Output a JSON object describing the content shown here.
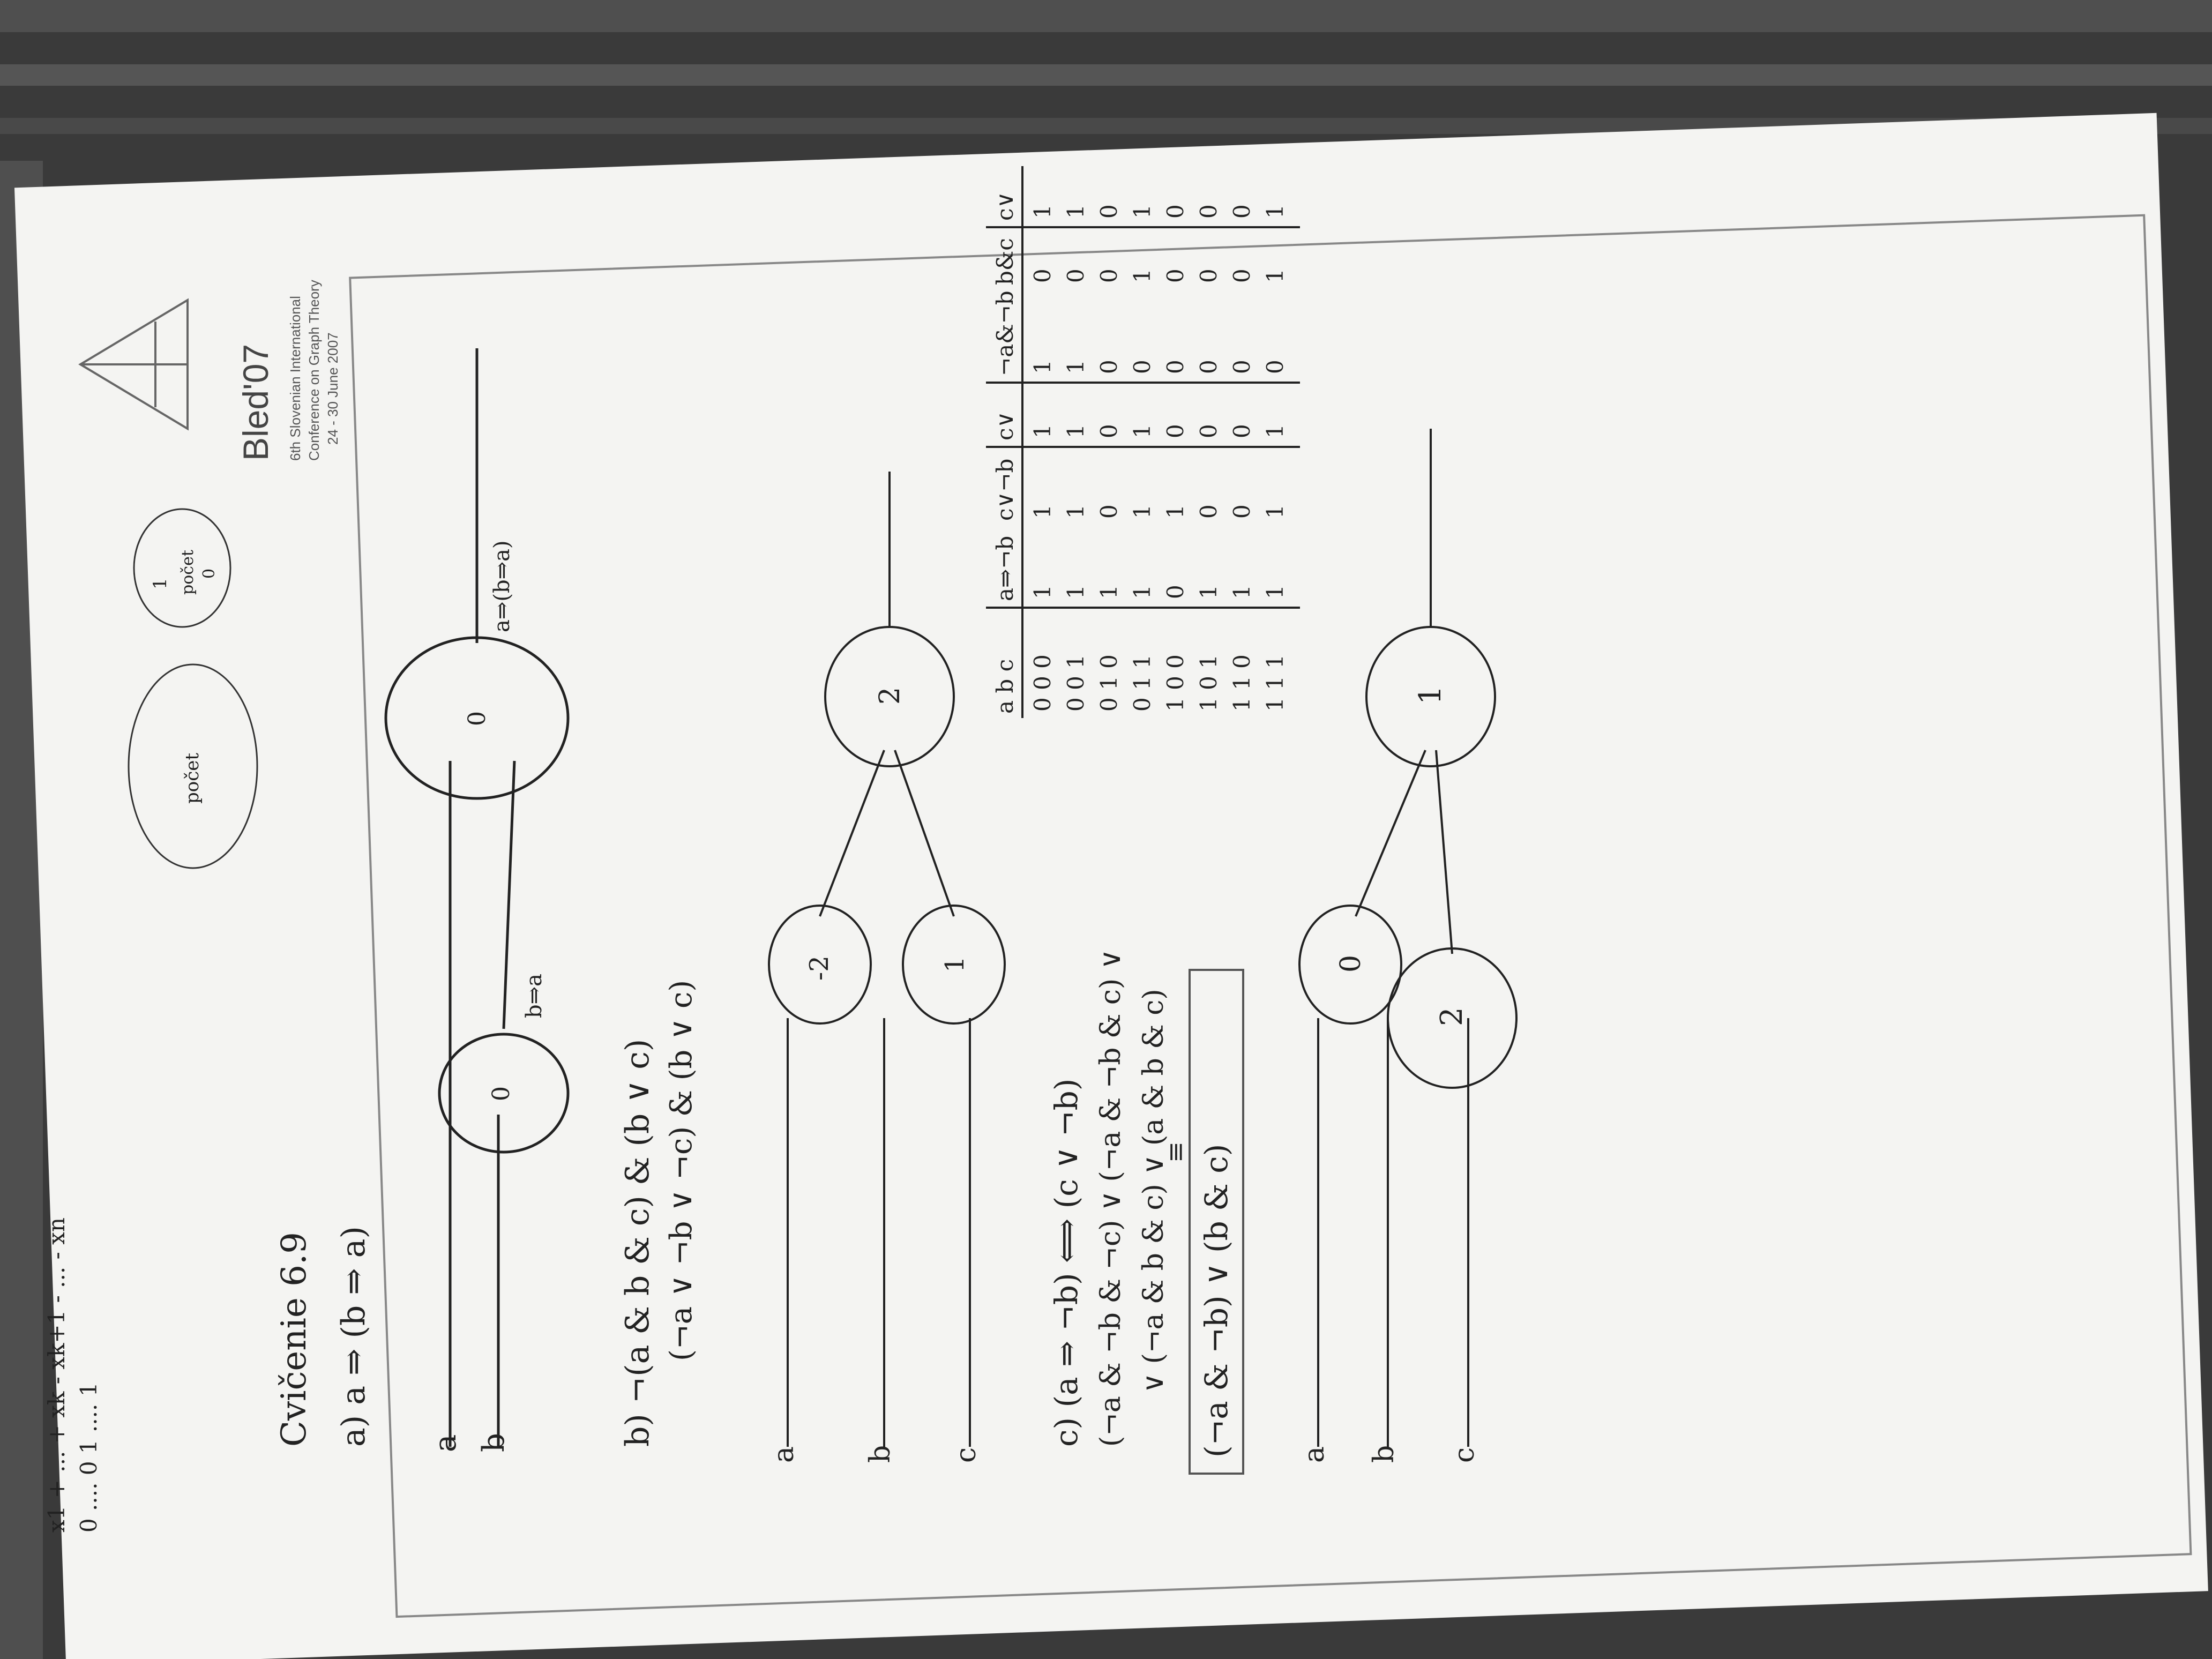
{
  "header": {
    "conference_name": "Bled'07",
    "conference_line1": "6th Slovenian International",
    "conference_line2": "Conference on Graph Theory",
    "conference_dates": "24 - 30 June 2007"
  },
  "notes": {
    "title": "Cvičenie 6.9",
    "part_a": "a) a ⇒ (b ⇒ a)",
    "part_b1": "b) ¬(a & b & c) & (b ∨ c)",
    "part_b2": "(¬a ∨ ¬b ∨ ¬c) & (b ∨ c)",
    "part_c1": "c) (a ⇒ ¬b) ⟺ (c ∨ ¬b)",
    "part_c2": "(¬a & ¬b & ¬c) ∨ (¬a & ¬b & c) ∨",
    "part_c3": "∨ (¬a & b & c) ∨ (a & b & c)",
    "equiv": "≡",
    "boxed": "(¬a & ¬b) ∨ (b & c)",
    "top_formula": "x1 + ... + xk - xk+1 - ... - xn",
    "top_values": "0 .... 0   1 .... 1",
    "count_left": "počet",
    "count_right": "počet",
    "scribble_value": "1",
    "scribble_zero": "0"
  },
  "circuits": {
    "a": {
      "inputs": [
        "a",
        "b"
      ],
      "inner_node": "0",
      "inner_edge_label": "b⇒a",
      "outer_node": "0",
      "output_label": "a⇒(b⇒a)"
    },
    "b": {
      "inputs": [
        "a",
        "b",
        "c"
      ],
      "nodes": [
        "-2",
        "1",
        "2"
      ]
    },
    "c": {
      "inputs": [
        "a",
        "b",
        "c"
      ],
      "nodes": [
        "0",
        "2",
        "1"
      ]
    }
  },
  "truth_table": {
    "headers": [
      "a b c",
      "a⇒¬b",
      "c∨¬b",
      "c∨",
      "¬a&¬b",
      "b&c",
      "c∨"
    ],
    "rows": [
      [
        "0 0 0",
        "1",
        "1",
        "1",
        "1",
        "0",
        "1"
      ],
      [
        "0 0 1",
        "1",
        "1",
        "1",
        "1",
        "0",
        "1"
      ],
      [
        "0 1 0",
        "1",
        "0",
        "0",
        "0",
        "0",
        "0"
      ],
      [
        "0 1 1",
        "1",
        "1",
        "1",
        "0",
        "1",
        "1"
      ],
      [
        "1 0 0",
        "0",
        "1",
        "0",
        "0",
        "0",
        "0"
      ],
      [
        "1 0 1",
        "1",
        "0",
        "0",
        "0",
        "0",
        "0"
      ],
      [
        "1 1 0",
        "1",
        "0",
        "0",
        "0",
        "0",
        "0"
      ],
      [
        "1 1 1",
        "1",
        "1",
        "1",
        "0",
        "1",
        "1"
      ]
    ]
  },
  "colors": {
    "paper": "#f4f4f2",
    "ink": "#222222",
    "background": "#3a3a3a"
  }
}
